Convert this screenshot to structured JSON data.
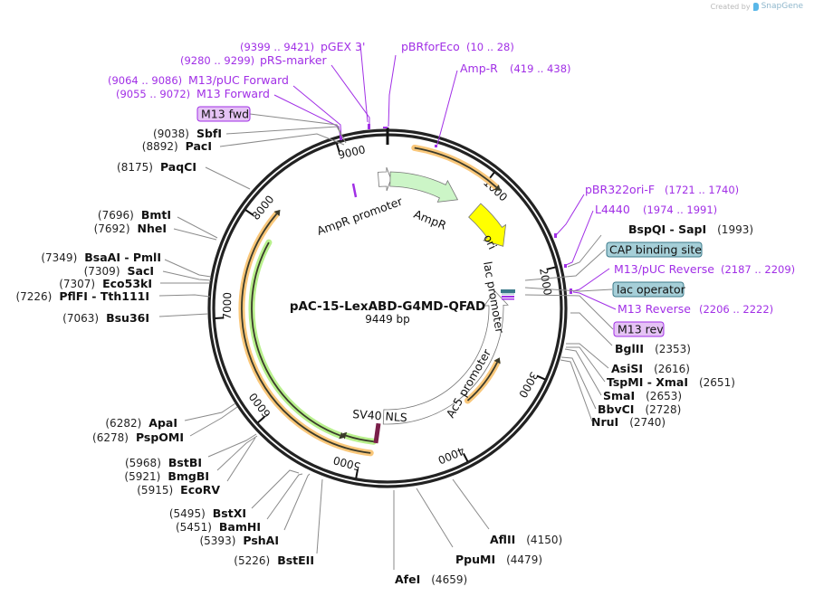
{
  "watermark": {
    "prefix": "Created by",
    "brand": "SnapGene",
    "icon": "snapgene-logo-icon"
  },
  "plasmid": {
    "name": "pAC-15-LexABD-G4MD-QFAD",
    "length_label": "9449 bp",
    "length": 9449
  },
  "ticks": [
    {
      "pos": 1000,
      "label": "1000"
    },
    {
      "pos": 2000,
      "label": "2000"
    },
    {
      "pos": 3000,
      "label": "3000"
    },
    {
      "pos": 4000,
      "label": "4000"
    },
    {
      "pos": 5000,
      "label": "5000"
    },
    {
      "pos": 6000,
      "label": "6000"
    },
    {
      "pos": 7000,
      "label": "7000"
    },
    {
      "pos": 8000,
      "label": "8000"
    },
    {
      "pos": 9000,
      "label": "9000"
    }
  ],
  "features": [
    {
      "name": "AmpR promoter",
      "start": 9344,
      "end": 9449,
      "direction": "forward",
      "color": "#ffffff",
      "label": "AmpR promoter"
    },
    {
      "name": "AmpR",
      "start": 1,
      "end": 861,
      "direction": "forward",
      "color": "#ccf5c7",
      "label": "AmpR"
    },
    {
      "name": "ori",
      "start": 1032,
      "end": 1620,
      "direction": "forward",
      "color": "#ffff00",
      "label": "ori"
    },
    {
      "name": "lac promoter",
      "start": 2080,
      "end": 2110,
      "direction": "forward",
      "color": "#ffffff",
      "label": "lac promoter"
    },
    {
      "name": "Ac5 promoter",
      "start": 2240,
      "end": 4780,
      "direction": "reverse",
      "color": "#ffffff",
      "label": "Ac5 promoter"
    },
    {
      "name": "SV40 NLS",
      "start": 4830,
      "end": 4850,
      "direction": "none",
      "color": "#7a1f4a",
      "label": "SV40 NLS"
    }
  ],
  "orfs": [
    {
      "start": 250,
      "end": 1100,
      "direction": "forward",
      "color": "#f9c77a"
    },
    {
      "start": 3050,
      "end": 3650,
      "direction": "reverse",
      "color": "#f9c77a"
    },
    {
      "start": 4900,
      "end": 8150,
      "direction": "forward",
      "color": "#f9c77a"
    },
    {
      "start": 4880,
      "end": 5200,
      "direction": "forward",
      "color": "#b8f08c"
    },
    {
      "start": 5260,
      "end": 7850,
      "direction": "reverse",
      "color": "#b8f08c"
    }
  ],
  "primers_top": [
    {
      "name": "pGEX 3'",
      "range": "(9399 .. 9421)"
    },
    {
      "name": "pRS-marker",
      "range": "(9280 .. 9299)"
    },
    {
      "name": "M13/pUC Forward",
      "range": "(9064 .. 9086)"
    },
    {
      "name": "M13 Forward",
      "range": "(9055 .. 9072)"
    },
    {
      "name": "pBRforEco",
      "range": "(10 .. 28)"
    },
    {
      "name": "Amp-R",
      "range": "(419 .. 438)"
    }
  ],
  "primers_right": [
    {
      "name": "pBR322ori-F",
      "range": "(1721 .. 1740)"
    },
    {
      "name": "L4440",
      "range": "(1974 .. 1991)"
    },
    {
      "name": "M13/pUC Reverse",
      "range": "(2187 .. 2209)"
    },
    {
      "name": "M13 Reverse",
      "range": "(2206 .. 2222)"
    }
  ],
  "boxed_features": [
    {
      "name": "M13 fwd",
      "kind": "primer_bind",
      "color": "#e5c3f5",
      "border": "#a12fe6"
    },
    {
      "name": "CAP binding site",
      "kind": "protein_bind",
      "color": "#a6cfd8",
      "border": "#3b7a8a"
    },
    {
      "name": "lac operator",
      "kind": "protein_bind",
      "color": "#a6cfd8",
      "border": "#3b7a8a"
    },
    {
      "name": "M13 rev",
      "kind": "primer_bind",
      "color": "#e5c3f5",
      "border": "#a12fe6"
    }
  ],
  "enzymes_left": [
    {
      "name": "SbfI",
      "pos": "(9038)"
    },
    {
      "name": "PacI",
      "pos": "(8892)"
    },
    {
      "name": "PaqCI",
      "pos": "(8175)"
    },
    {
      "name": "BmtI",
      "pos": "(7696)"
    },
    {
      "name": "NheI",
      "pos": "(7692)"
    },
    {
      "name": "BsaAI  - PmlI",
      "pos": "(7349)"
    },
    {
      "name": "SacI",
      "pos": "(7309)"
    },
    {
      "name": "Eco53kI",
      "pos": "(7307)"
    },
    {
      "name": "PflFI  - Tth111I",
      "pos": "(7226)"
    },
    {
      "name": "Bsu36I",
      "pos": "(7063)"
    },
    {
      "name": "ApaI",
      "pos": "(6282)"
    },
    {
      "name": "PspOMI",
      "pos": "(6278)"
    },
    {
      "name": "BstBI",
      "pos": "(5968)"
    },
    {
      "name": "BmgBI",
      "pos": "(5921)"
    },
    {
      "name": "EcoRV",
      "pos": "(5915)"
    },
    {
      "name": "BstXI",
      "pos": "(5495)"
    },
    {
      "name": "BamHI",
      "pos": "(5451)"
    },
    {
      "name": "PshAI",
      "pos": "(5393)"
    },
    {
      "name": "BstEII",
      "pos": "(5226)"
    }
  ],
  "enzymes_right": [
    {
      "name": "BspQI  - SapI",
      "pos": "(1993)"
    },
    {
      "name": "BglII",
      "pos": "(2353)"
    },
    {
      "name": "AsiSI",
      "pos": "(2616)"
    },
    {
      "name": "TspMI  - XmaI",
      "pos": "(2651)"
    },
    {
      "name": "SmaI",
      "pos": "(2653)"
    },
    {
      "name": "BbvCI",
      "pos": "(2728)"
    },
    {
      "name": "NruI",
      "pos": "(2740)"
    }
  ],
  "enzymes_bottom": [
    {
      "name": "AflII",
      "pos": "(4150)"
    },
    {
      "name": "PpuMI",
      "pos": "(4479)"
    },
    {
      "name": "AfeI",
      "pos": "(4659)"
    }
  ]
}
